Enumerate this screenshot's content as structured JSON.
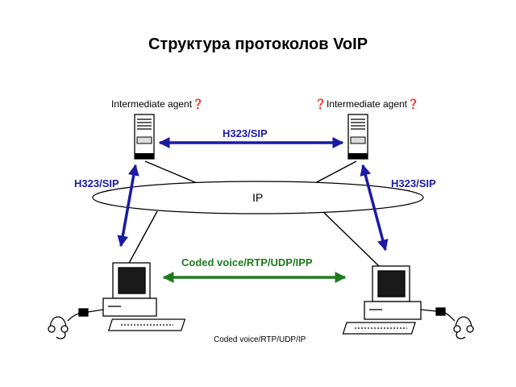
{
  "title": "Структура протоколов VoIP",
  "labels": {
    "agent_left": "Intermediate agent❓",
    "agent_right": "❓Intermediate agent❓",
    "top_link": "H323/SIP",
    "left_link": "H323/SIP",
    "right_link": "H323/SIP",
    "cloud": "IP",
    "media_link": "Coded voice/RTP/UDP/IPP",
    "bottom_caption": "Coded voice/RTP/UDP/IP"
  },
  "colors": {
    "signaling": "#1a1aa6",
    "media": "#1f7a1f"
  },
  "icons": [
    "server-icon",
    "computer-icon",
    "headset-icon"
  ]
}
